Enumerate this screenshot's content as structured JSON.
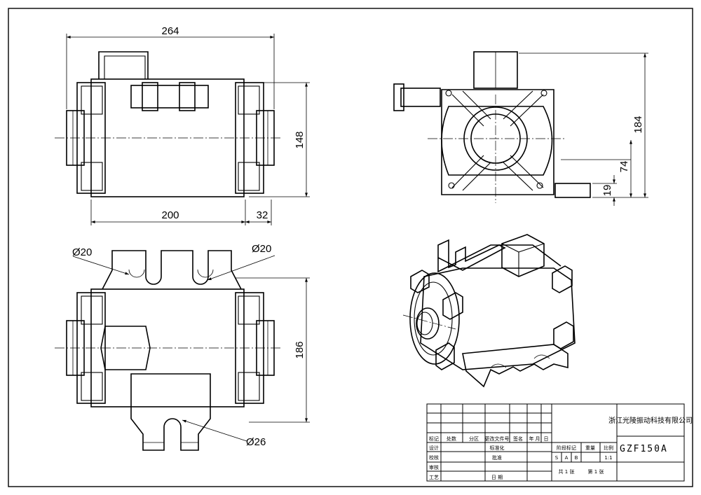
{
  "drawing": {
    "company": "浙江光陵振动科技有限公司",
    "model": "GZF150A",
    "front_view": {
      "dims": {
        "overall_width": "264",
        "height": "148",
        "base_length": "200",
        "flange": "32"
      }
    },
    "side_view": {
      "dims": {
        "overall_height": "184",
        "mount_height": "74",
        "foot": "19"
      }
    },
    "top_view": {
      "dims": {
        "hole_left": "Ø20",
        "hole_right": "Ø20",
        "depth": "186",
        "bottom_hole": "Ø26"
      }
    },
    "title_block": {
      "header": [
        "标记",
        "处数",
        "分区",
        "更改文件号",
        "签名",
        "年",
        "月",
        "日"
      ],
      "design": "设计",
      "standard": "标准化",
      "check": "校核",
      "approve_label": "批准",
      "review": "审核",
      "process": "工艺",
      "date": "日 期",
      "stage_label": "阶段标记",
      "weight_label": "重量",
      "scale_label": "比例",
      "stage_s": "S",
      "stage_a": "A",
      "stage_b": "B",
      "scale_value": "1:1",
      "sheets": "共 1 张",
      "sheet_no": "第 1 张"
    }
  }
}
